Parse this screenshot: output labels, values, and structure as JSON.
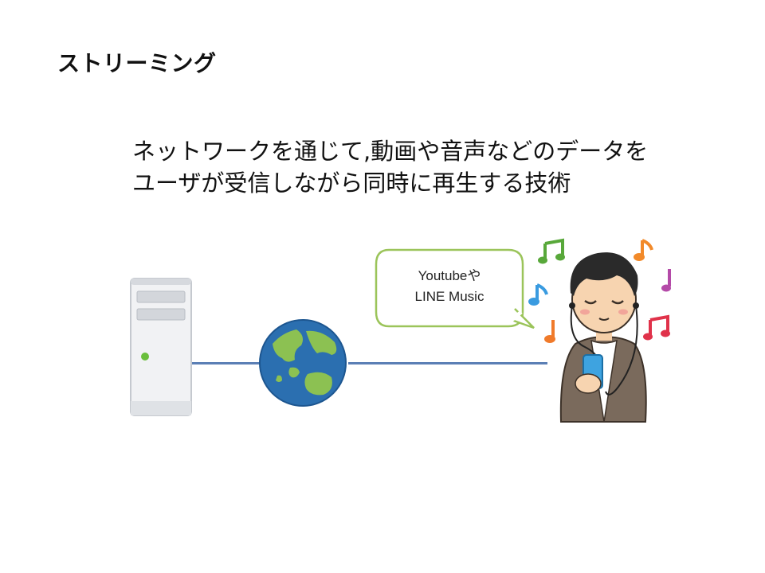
{
  "slide": {
    "title": "ストリーミング",
    "description_line1": "ネットワークを通じて,動画や音声などのデータを",
    "description_line2": "ユーザが受信しながら同時に再生する技術"
  },
  "bubble": {
    "line1": "Youtubeや",
    "line2": "LINE Music"
  },
  "colors": {
    "connection_line": "#5b7fb5",
    "bubble_border": "#9bc45a",
    "server_body": "#eef0f3",
    "globe_ocean": "#2b6fb0",
    "globe_land": "#8cc152"
  },
  "icons": [
    "server-icon",
    "globe-icon",
    "person-with-headphones-icon",
    "music-note-icon"
  ]
}
